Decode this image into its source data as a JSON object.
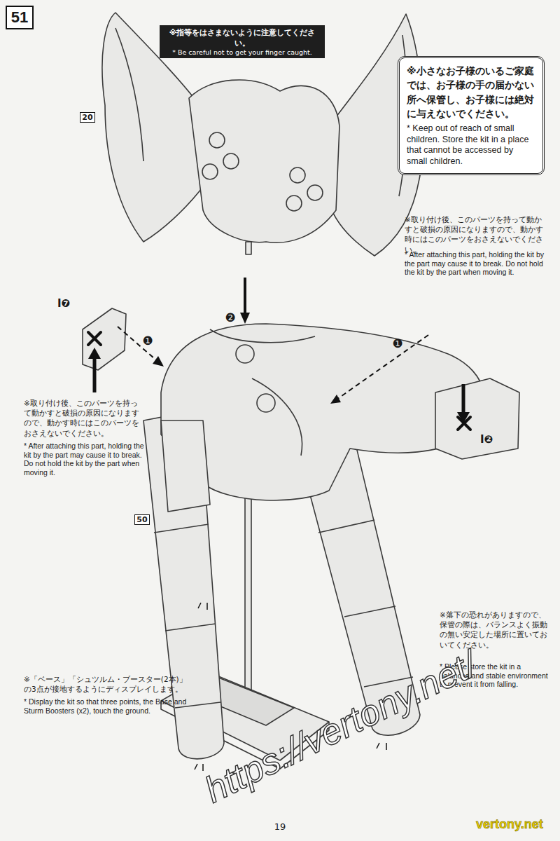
{
  "diagram": {
    "nodes": [
      {
        "text": [
          "51"
        ]
      },
      {
        "text": [
          "※指等をはさまないように注意してください。",
          "* Be careful not to get your finger caught."
        ]
      },
      {
        "text": [
          "※小さなお子様のいるご家庭では、お子様の手の届かない所へ保管し、お子様には絶対に与えないでください。",
          "* Keep out of reach of small children. Store the kit in a place that cannot be accessed by small children."
        ]
      },
      {
        "text": [
          "20"
        ]
      },
      {
        "text": [
          "50"
        ]
      }
    ],
    "labels": [
      "❶",
      "❷",
      "❶",
      "I❼",
      "I❷",
      "※取り付け後、このパーツを持って動かすと破損の原因になりますので、動かす時にはこのパーツをおさえないでください。",
      "* After attaching this part, holding the kit by the part may cause it to break. Do not hold the kit by the part when moving it.",
      "※取り付け後、このパーツを持って動かすと破損の原因になりますので、動かす時にはこのパーツをおさえないでください。",
      "* After attaching this part, holding the kit by the part may cause it to break. Do not hold the kit by the part when moving it.",
      "※「ベース」「シュツルム・ブースター(2本)」の3点が接地するようにディスプレイします。",
      "* Display the kit so that three points, the Base and Sturm Boosters (x2), touch the ground.",
      "※落下の恐れがありますので、保管の際は、バランスよく振動の無い安定した場所に置いておいてください。",
      "* Please store the kit in a balanced and stable environment to prevent it from falling.",
      "19",
      "https://vertony.net/",
      "vertony.net"
    ]
  }
}
